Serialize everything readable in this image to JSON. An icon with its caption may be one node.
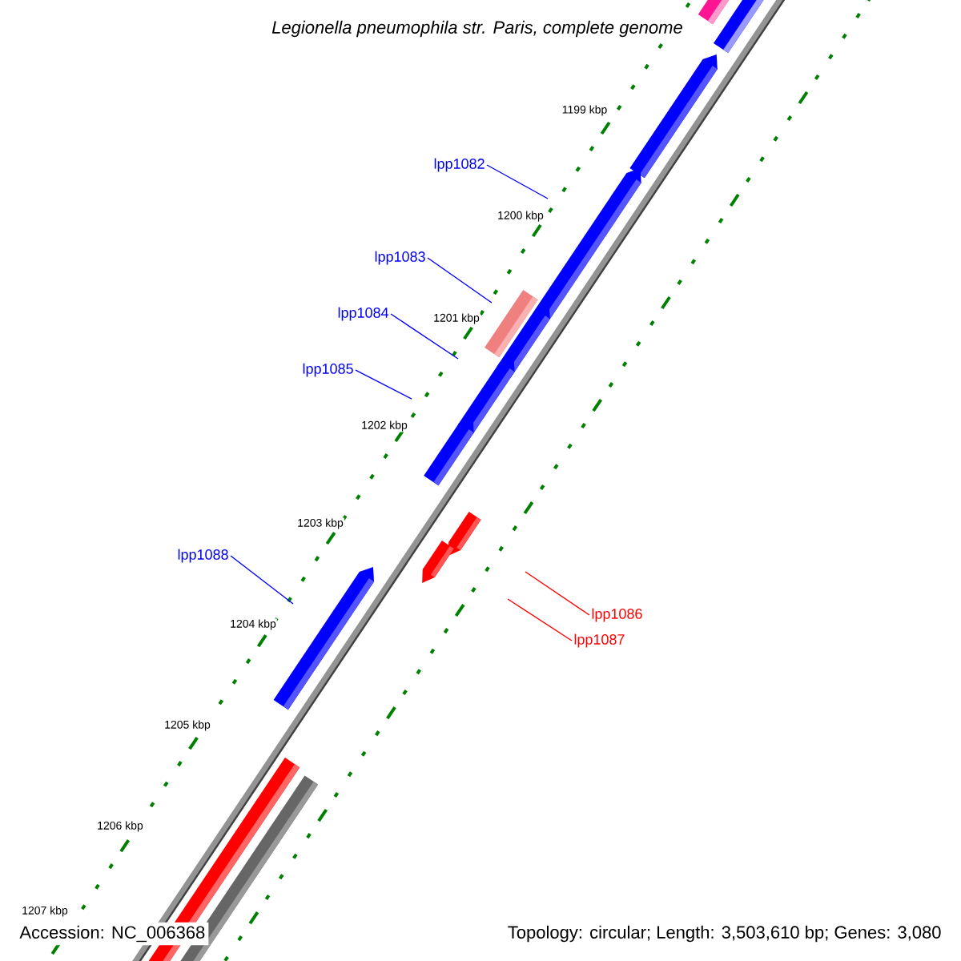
{
  "diagram": {
    "title": "Legionella pneumophila str. Paris, complete genome",
    "nodes": [
      {
        "text": [
          "lpp1082"
        ]
      },
      {
        "text": [
          "lpp1083"
        ]
      },
      {
        "text": [
          "lpp1084"
        ]
      },
      {
        "text": [
          "lpp1085"
        ]
      },
      {
        "text": [
          "lpp1088"
        ]
      },
      {
        "text": [
          "lpp1086"
        ]
      },
      {
        "text": [
          "lpp1087"
        ]
      }
    ],
    "edges": [
      {
        "from": 0,
        "to": null,
        "arrow": "none"
      },
      {
        "from": 1,
        "to": null,
        "arrow": "none"
      },
      {
        "from": 2,
        "to": null,
        "arrow": "none"
      },
      {
        "from": 3,
        "to": null,
        "arrow": "none"
      },
      {
        "from": 4,
        "to": null,
        "arrow": "none"
      },
      {
        "from": 5,
        "to": null,
        "arrow": "none",
        "color": "#ff0000"
      },
      {
        "from": 6,
        "to": null,
        "arrow": "none",
        "color": "#ff0000"
      }
    ],
    "labels": [
      "1199 kbp",
      "1200 kbp",
      "1201 kbp",
      "1202 kbp",
      "1203 kbp",
      "1204 kbp",
      "1205 kbp",
      "1206 kbp",
      "1207 kbp",
      "Accession: NC_006368",
      "Topology: circular; Length: 3,503,610 bp; Genes: 3,080"
    ]
  }
}
